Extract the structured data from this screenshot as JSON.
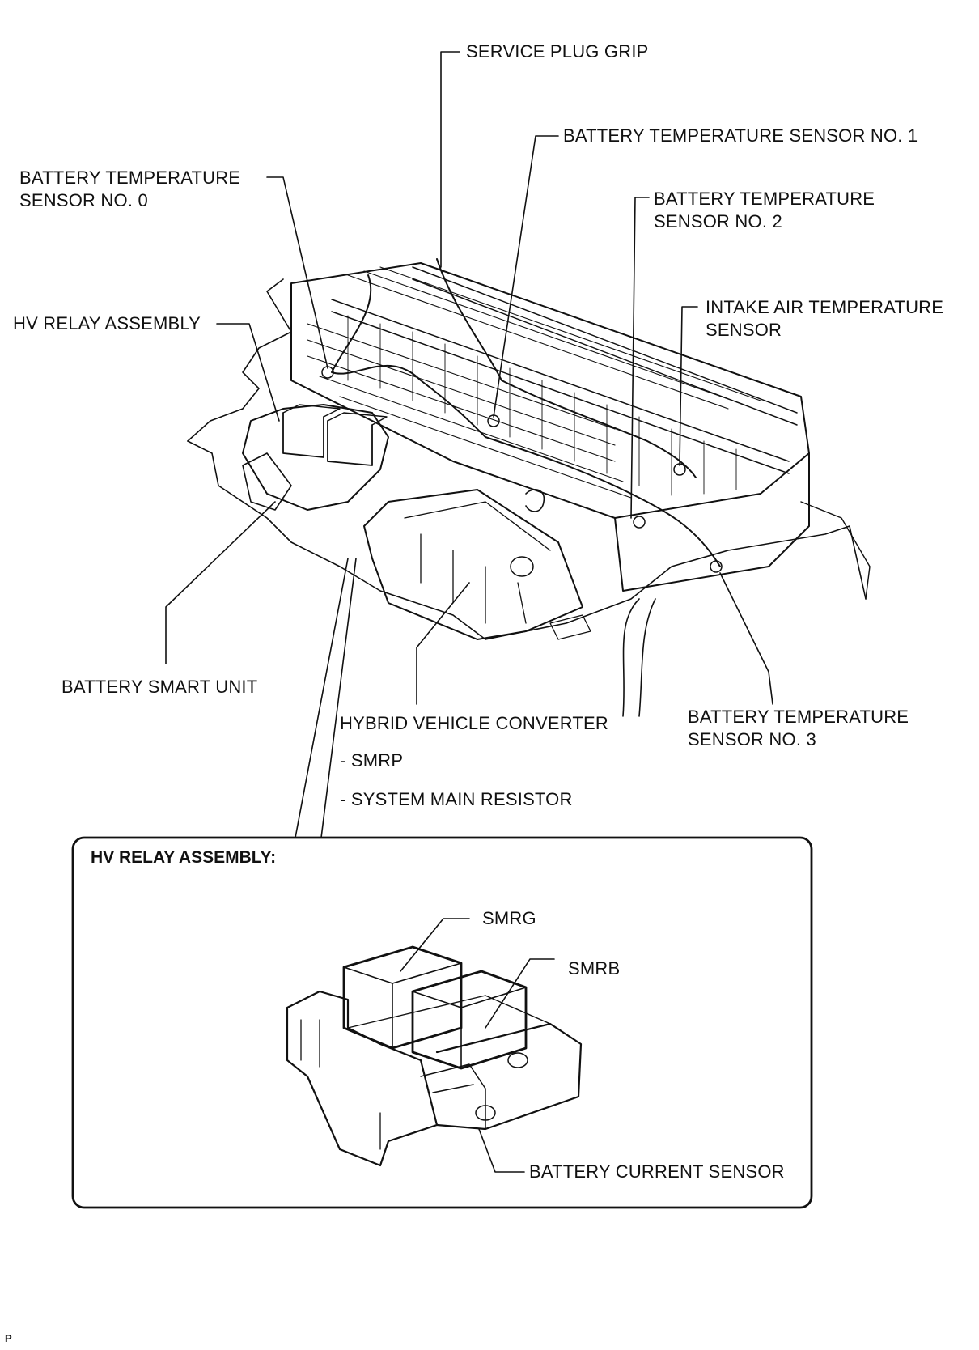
{
  "labels": {
    "service_plug_grip": "SERVICE PLUG GRIP",
    "temp_sensor_1": "BATTERY TEMPERATURE SENSOR NO. 1",
    "temp_sensor_0": [
      "BATTERY TEMPERATURE",
      "SENSOR NO. 0"
    ],
    "temp_sensor_2": [
      "BATTERY TEMPERATURE",
      "SENSOR NO. 2"
    ],
    "intake_air_sensor": [
      "INTAKE AIR TEMPERATURE",
      "SENSOR"
    ],
    "hv_relay_assembly": "HV RELAY ASSEMBLY",
    "battery_smart_unit": "BATTERY SMART UNIT",
    "hybrid_vehicle_converter": "HYBRID VEHICLE CONVERTER",
    "smrp": "- SMRP",
    "system_main_resistor": "- SYSTEM MAIN RESISTOR",
    "temp_sensor_3": [
      "BATTERY TEMPERATURE",
      "SENSOR NO. 3"
    ]
  },
  "inset": {
    "title": "HV RELAY ASSEMBLY:",
    "smrg": "SMRG",
    "smrb": "SMRB",
    "current_sensor": "BATTERY CURRENT SENSOR"
  },
  "corner_mark": "P"
}
